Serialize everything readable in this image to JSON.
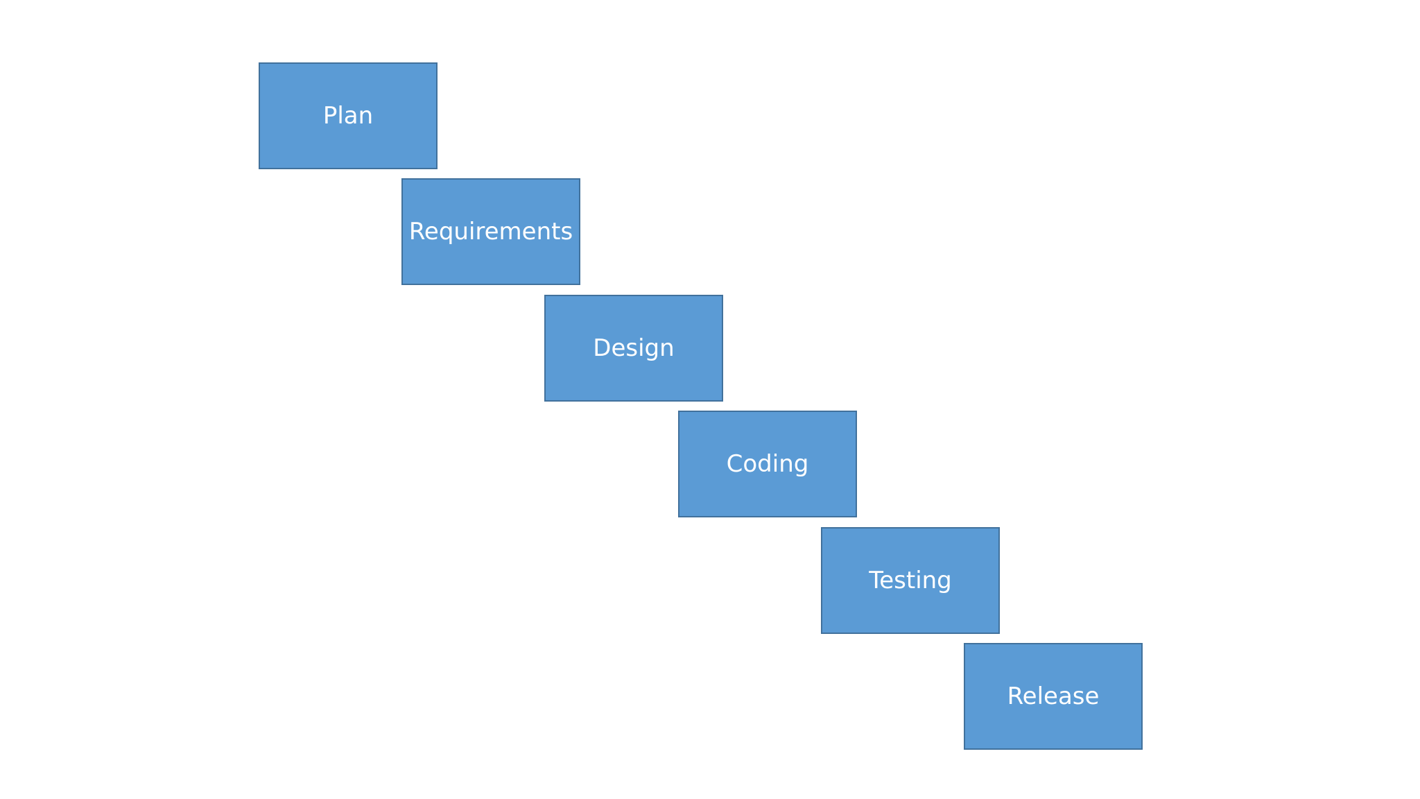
{
  "diagram": {
    "type": "waterfall",
    "steps": [
      {
        "label": "Plan"
      },
      {
        "label": "Requirements"
      },
      {
        "label": "Design"
      },
      {
        "label": "Coding"
      },
      {
        "label": "Testing"
      },
      {
        "label": "Release"
      }
    ],
    "colors": {
      "box_fill": "#5b9bd5",
      "box_border": "#41719c",
      "text": "#ffffff",
      "background": "#ffffff"
    }
  }
}
